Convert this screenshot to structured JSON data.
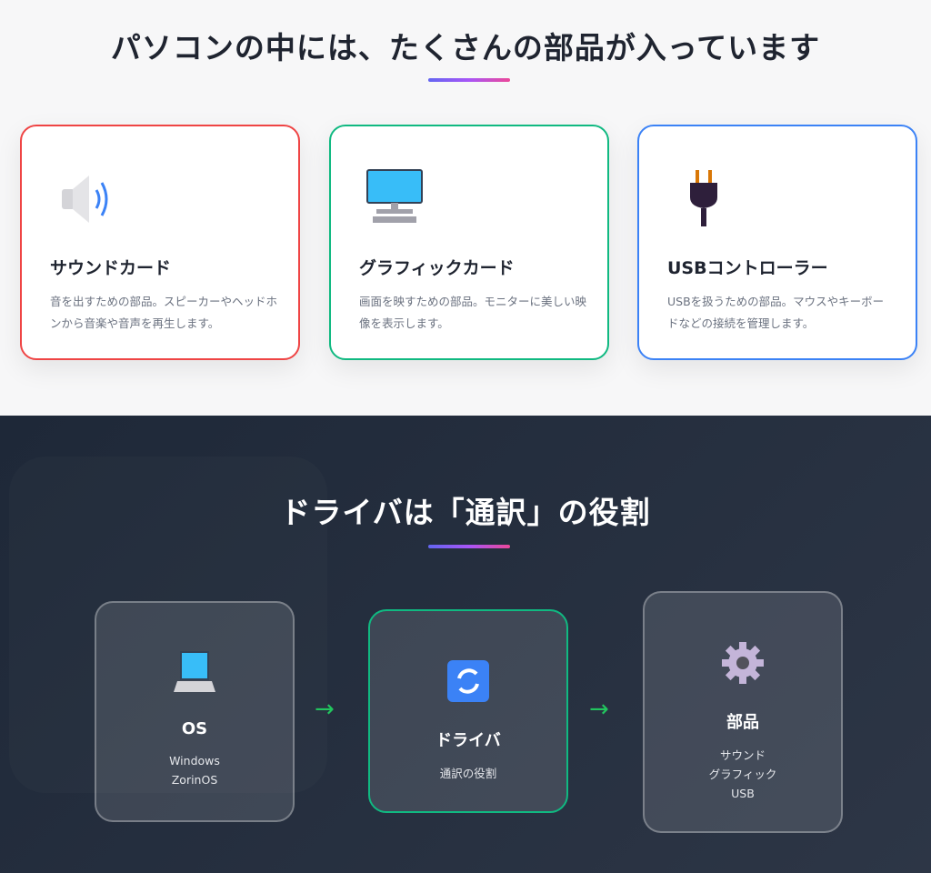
{
  "section1": {
    "title": "パソコンの中には、たくさんの部品が入っています",
    "cards": [
      {
        "icon": "speaker-icon",
        "title": "サウンドカード",
        "desc": "音を出すための部品。スピーカーやヘッドホンから音楽や音声を再生します。",
        "color": "#ef4444"
      },
      {
        "icon": "monitor-icon",
        "title": "グラフィックカード",
        "desc": "画面を映すための部品。モニターに美しい映像を表示します。",
        "color": "#10b981"
      },
      {
        "icon": "plug-icon",
        "title": "USBコントローラー",
        "desc": "USBを扱うための部品。マウスやキーボードなどの接続を管理します。",
        "color": "#3b82f6"
      }
    ]
  },
  "section2": {
    "title": "ドライバは「通訳」の役割",
    "arrow": "→",
    "boxes": [
      {
        "icon": "laptop-icon",
        "title": "OS",
        "lines": [
          "Windows",
          "ZorinOS"
        ]
      },
      {
        "icon": "sync-icon",
        "title": "ドライバ",
        "lines": [
          "通訳の役割"
        ]
      },
      {
        "icon": "gear-icon",
        "title": "部品",
        "lines": [
          "サウンド",
          "グラフィック",
          "USB"
        ]
      }
    ]
  }
}
